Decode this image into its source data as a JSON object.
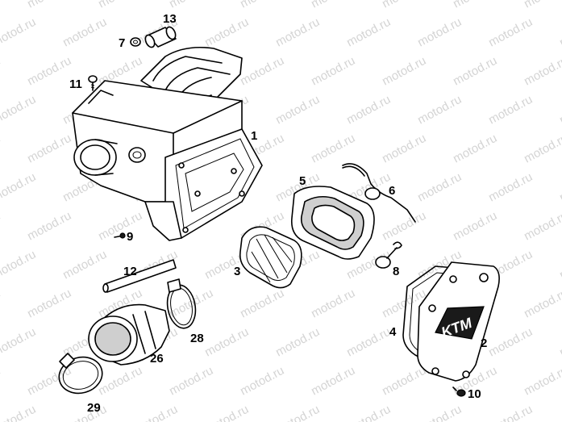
{
  "watermark": {
    "text": "motod.ru"
  },
  "callouts": [
    {
      "id": "1",
      "text": "1"
    },
    {
      "id": "2",
      "text": "2"
    },
    {
      "id": "3",
      "text": "3"
    },
    {
      "id": "4",
      "text": "4"
    },
    {
      "id": "5",
      "text": "5"
    },
    {
      "id": "6",
      "text": "6"
    },
    {
      "id": "7",
      "text": "7"
    },
    {
      "id": "8",
      "text": "8"
    },
    {
      "id": "9",
      "text": "9"
    },
    {
      "id": "10",
      "text": "10"
    },
    {
      "id": "11",
      "text": "11"
    },
    {
      "id": "12",
      "text": "12"
    },
    {
      "id": "13",
      "text": "13"
    },
    {
      "id": "26",
      "text": "26"
    },
    {
      "id": "28",
      "text": "28"
    },
    {
      "id": "29",
      "text": "29"
    }
  ],
  "cover_logo": {
    "text": "KTM"
  }
}
